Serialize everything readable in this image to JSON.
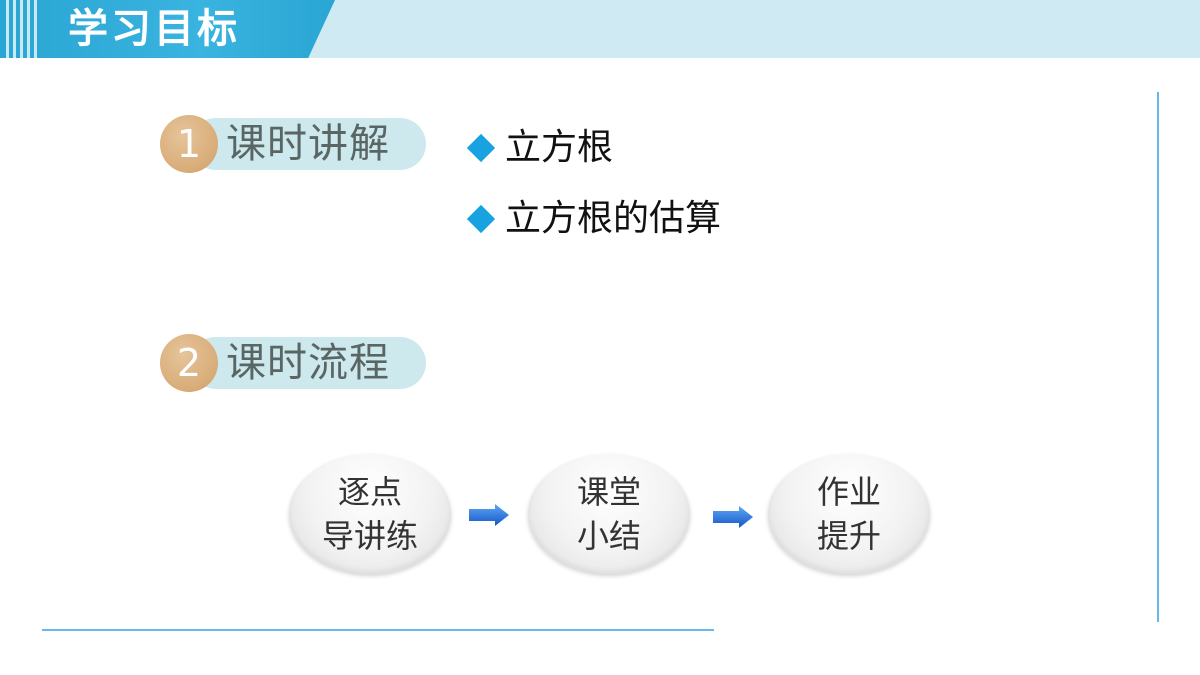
{
  "header": {
    "title": "学习目标"
  },
  "sections": [
    {
      "number": "1",
      "label": "课时讲解"
    },
    {
      "number": "2",
      "label": "课时流程"
    }
  ],
  "bullets": [
    "立方根",
    "立方根的估算"
  ],
  "flow": [
    {
      "line1": "逐点",
      "line2": "导讲练"
    },
    {
      "line1": "课堂",
      "line2": "小结"
    },
    {
      "line1": "作业",
      "line2": "提升"
    }
  ],
  "colors": {
    "header_blue": "#2aa6d4",
    "header_band": "#cfeaf2",
    "number_circle": "#d8ac78",
    "pill_bg": "#cde9ee",
    "bullet_diamond": "#18a3e0",
    "arrow_blue": "#1f6fd8"
  },
  "icons": {
    "bullet": "diamond-bullet-icon",
    "flow_arrow": "right-arrow-icon"
  }
}
